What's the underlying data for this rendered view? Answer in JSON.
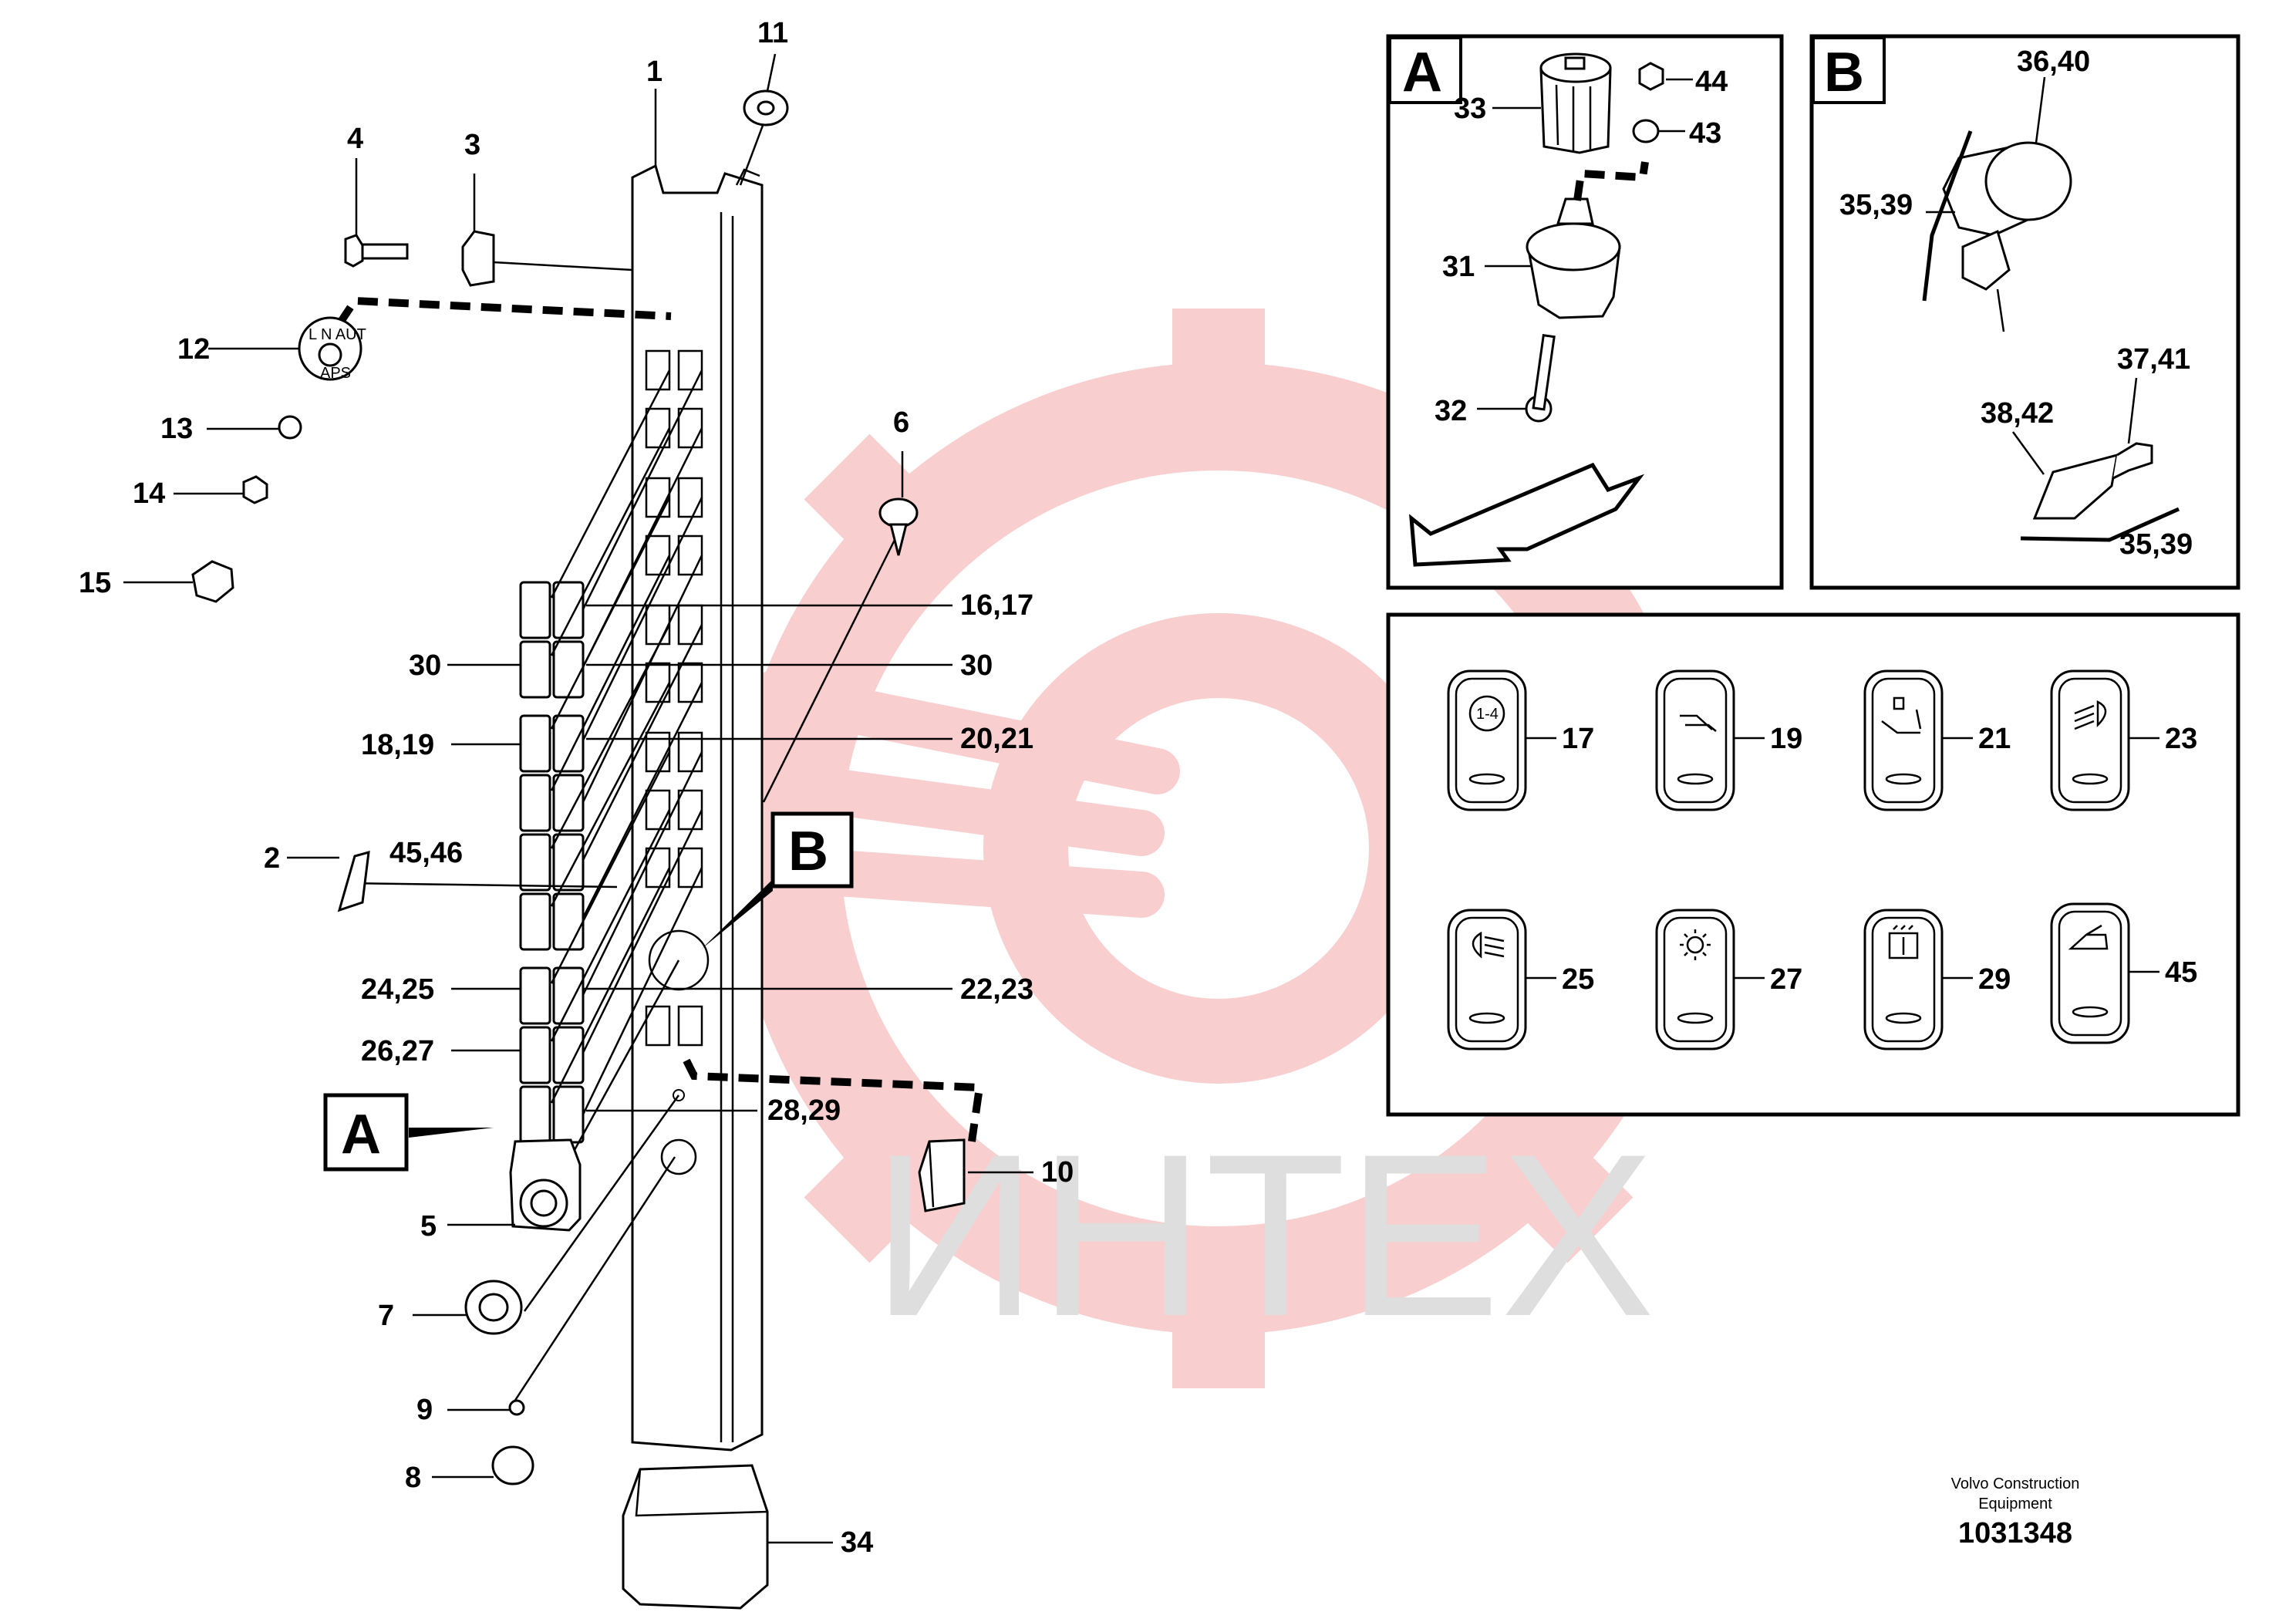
{
  "watermark": {
    "text": "ИНТЕХ",
    "color": "#f2b2b2",
    "text_color": "#d9d9d9"
  },
  "callouts": {
    "c1": "1",
    "c2": "2",
    "c3": "3",
    "c4": "4",
    "c5": "5",
    "c6": "6",
    "c7": "7",
    "c8": "8",
    "c9": "9",
    "c10": "10",
    "c11": "11",
    "c12": "12",
    "c13": "13",
    "c14": "14",
    "c15": "15",
    "c16_17": "16,17",
    "c30a": "30",
    "c30b": "30",
    "c18_19": "18,19",
    "c20_21": "20,21",
    "c45_46": "45,46",
    "c24_25": "24,25",
    "c22_23": "22,23",
    "c26_27": "26,27",
    "c28_29": "28,29",
    "c34": "34"
  },
  "view_a": {
    "letter": "A",
    "labels": {
      "c33": "33",
      "c44": "44",
      "c43": "43",
      "c31": "31",
      "c32": "32"
    }
  },
  "view_b": {
    "letter": "B",
    "labels": {
      "c36_40": "36,40",
      "c35_39a": "35,39",
      "c38_42": "38,42",
      "c37_41": "37,41",
      "c35_39b": "35,39"
    }
  },
  "switch_panel": {
    "labels": {
      "s17": "17",
      "s19": "19",
      "s21": "21",
      "s23": "23",
      "s25": "25",
      "s27": "27",
      "s29": "29",
      "s45": "45"
    },
    "icon_1_4": "1-4"
  },
  "section_markers": {
    "a": "A",
    "b": "B"
  },
  "footer": {
    "company_line1": "Volvo Construction",
    "company_line2": "Equipment",
    "drawing_number": "1031348"
  }
}
